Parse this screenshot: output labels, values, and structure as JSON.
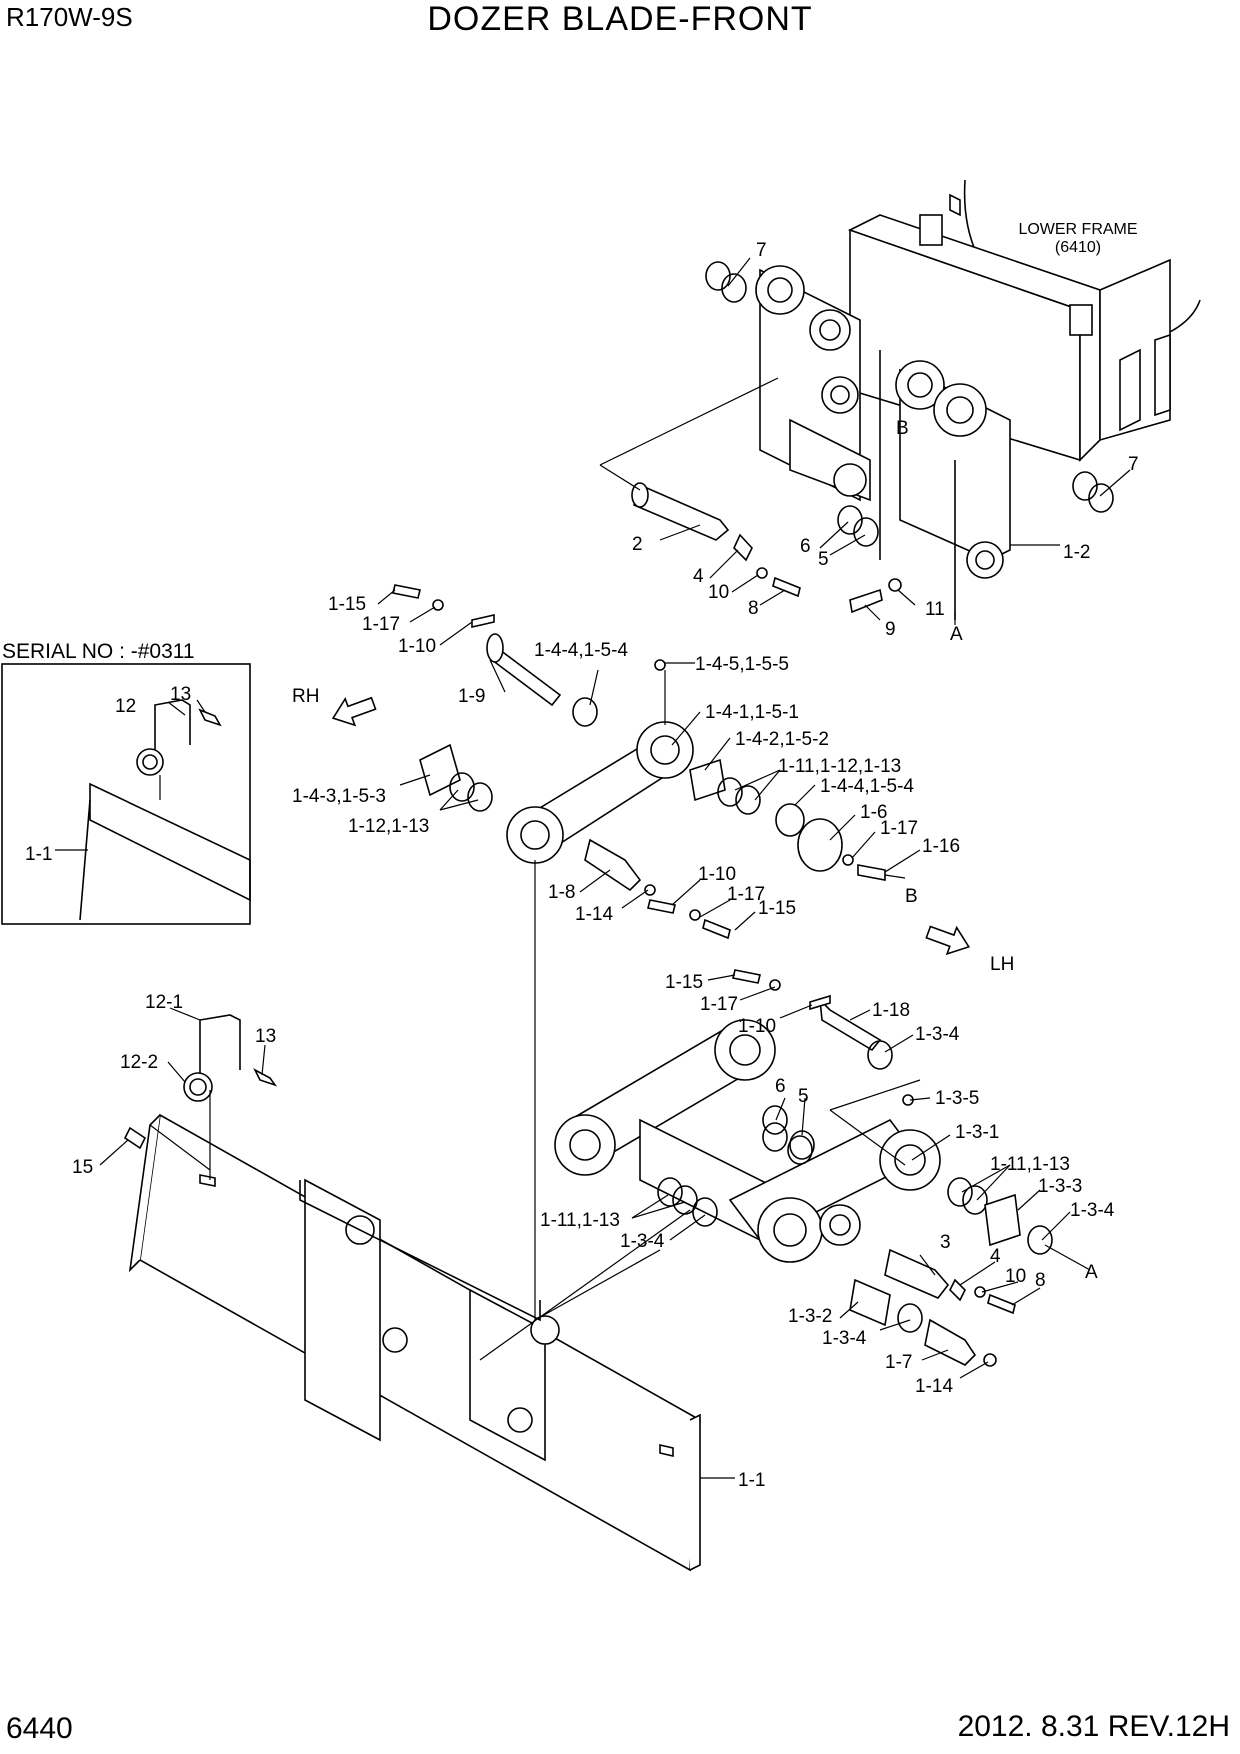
{
  "header": {
    "model": "R170W-9S",
    "title": "DOZER BLADE-FRONT"
  },
  "footer": {
    "page_number": "6440",
    "revision": "2012. 8.31  REV.12H"
  },
  "inset": {
    "serial": "SERIAL NO : -#0311"
  },
  "frame_note": {
    "line1": "LOWER FRAME",
    "line2": "(6410)"
  },
  "direction": {
    "rh": "RH",
    "lh": "LH"
  },
  "callouts": {
    "c7a": "7",
    "c7b": "7",
    "c2": "2",
    "c6a": "6",
    "c5a": "5",
    "c4a": "4",
    "c10a": "10",
    "c8a": "8",
    "c12": "1-2",
    "c11": "11",
    "c9": "9",
    "cA1": "A",
    "cB1": "B",
    "c115a": "1-15",
    "c117a": "1-17",
    "c110a": "1-10",
    "c19": "1-9",
    "c144a": "1-4-4,1-5-4",
    "c145": "1-4-5,1-5-5",
    "c141": "1-4-1,1-5-1",
    "c142": "1-4-2,1-5-2",
    "c1111a": "1-11,1-12,1-13",
    "c144b": "1-4-4,1-5-4",
    "c16": "1-6",
    "c117b": "1-17",
    "c116": "1-16",
    "cB2": "B",
    "c143": "1-4-3,1-5-3",
    "c1213": "1-12,1-13",
    "c18": "1-8",
    "c114a": "1-14",
    "c110b": "1-10",
    "c117c": "1-17",
    "c115b": "1-15",
    "c115c": "1-15",
    "c117d": "1-17",
    "c110c": "1-10",
    "c118": "1-18",
    "c134a": "1-3-4",
    "c6b": "6",
    "c5b": "5",
    "c135": "1-3-5",
    "c131": "1-3-1",
    "c1113a": "1-11,1-13",
    "c133": "1-3-3",
    "c134b": "1-3-4",
    "cA2": "A",
    "c1113b": "1-11,1-13",
    "c134c": "1-3-4",
    "c3": "3",
    "c4b": "4",
    "c10b": "10",
    "c8b": "8",
    "c132": "1-3-2",
    "c134d": "1-3-4",
    "c17": "1-7",
    "c114b": "1-14",
    "c11a": "1-1",
    "c121": "12-1",
    "c13a": "13",
    "c122": "12-2",
    "c15": "15",
    "c11b": "1-1",
    "c12i": "12",
    "c13b": "13",
    "c11c": "1-1"
  }
}
